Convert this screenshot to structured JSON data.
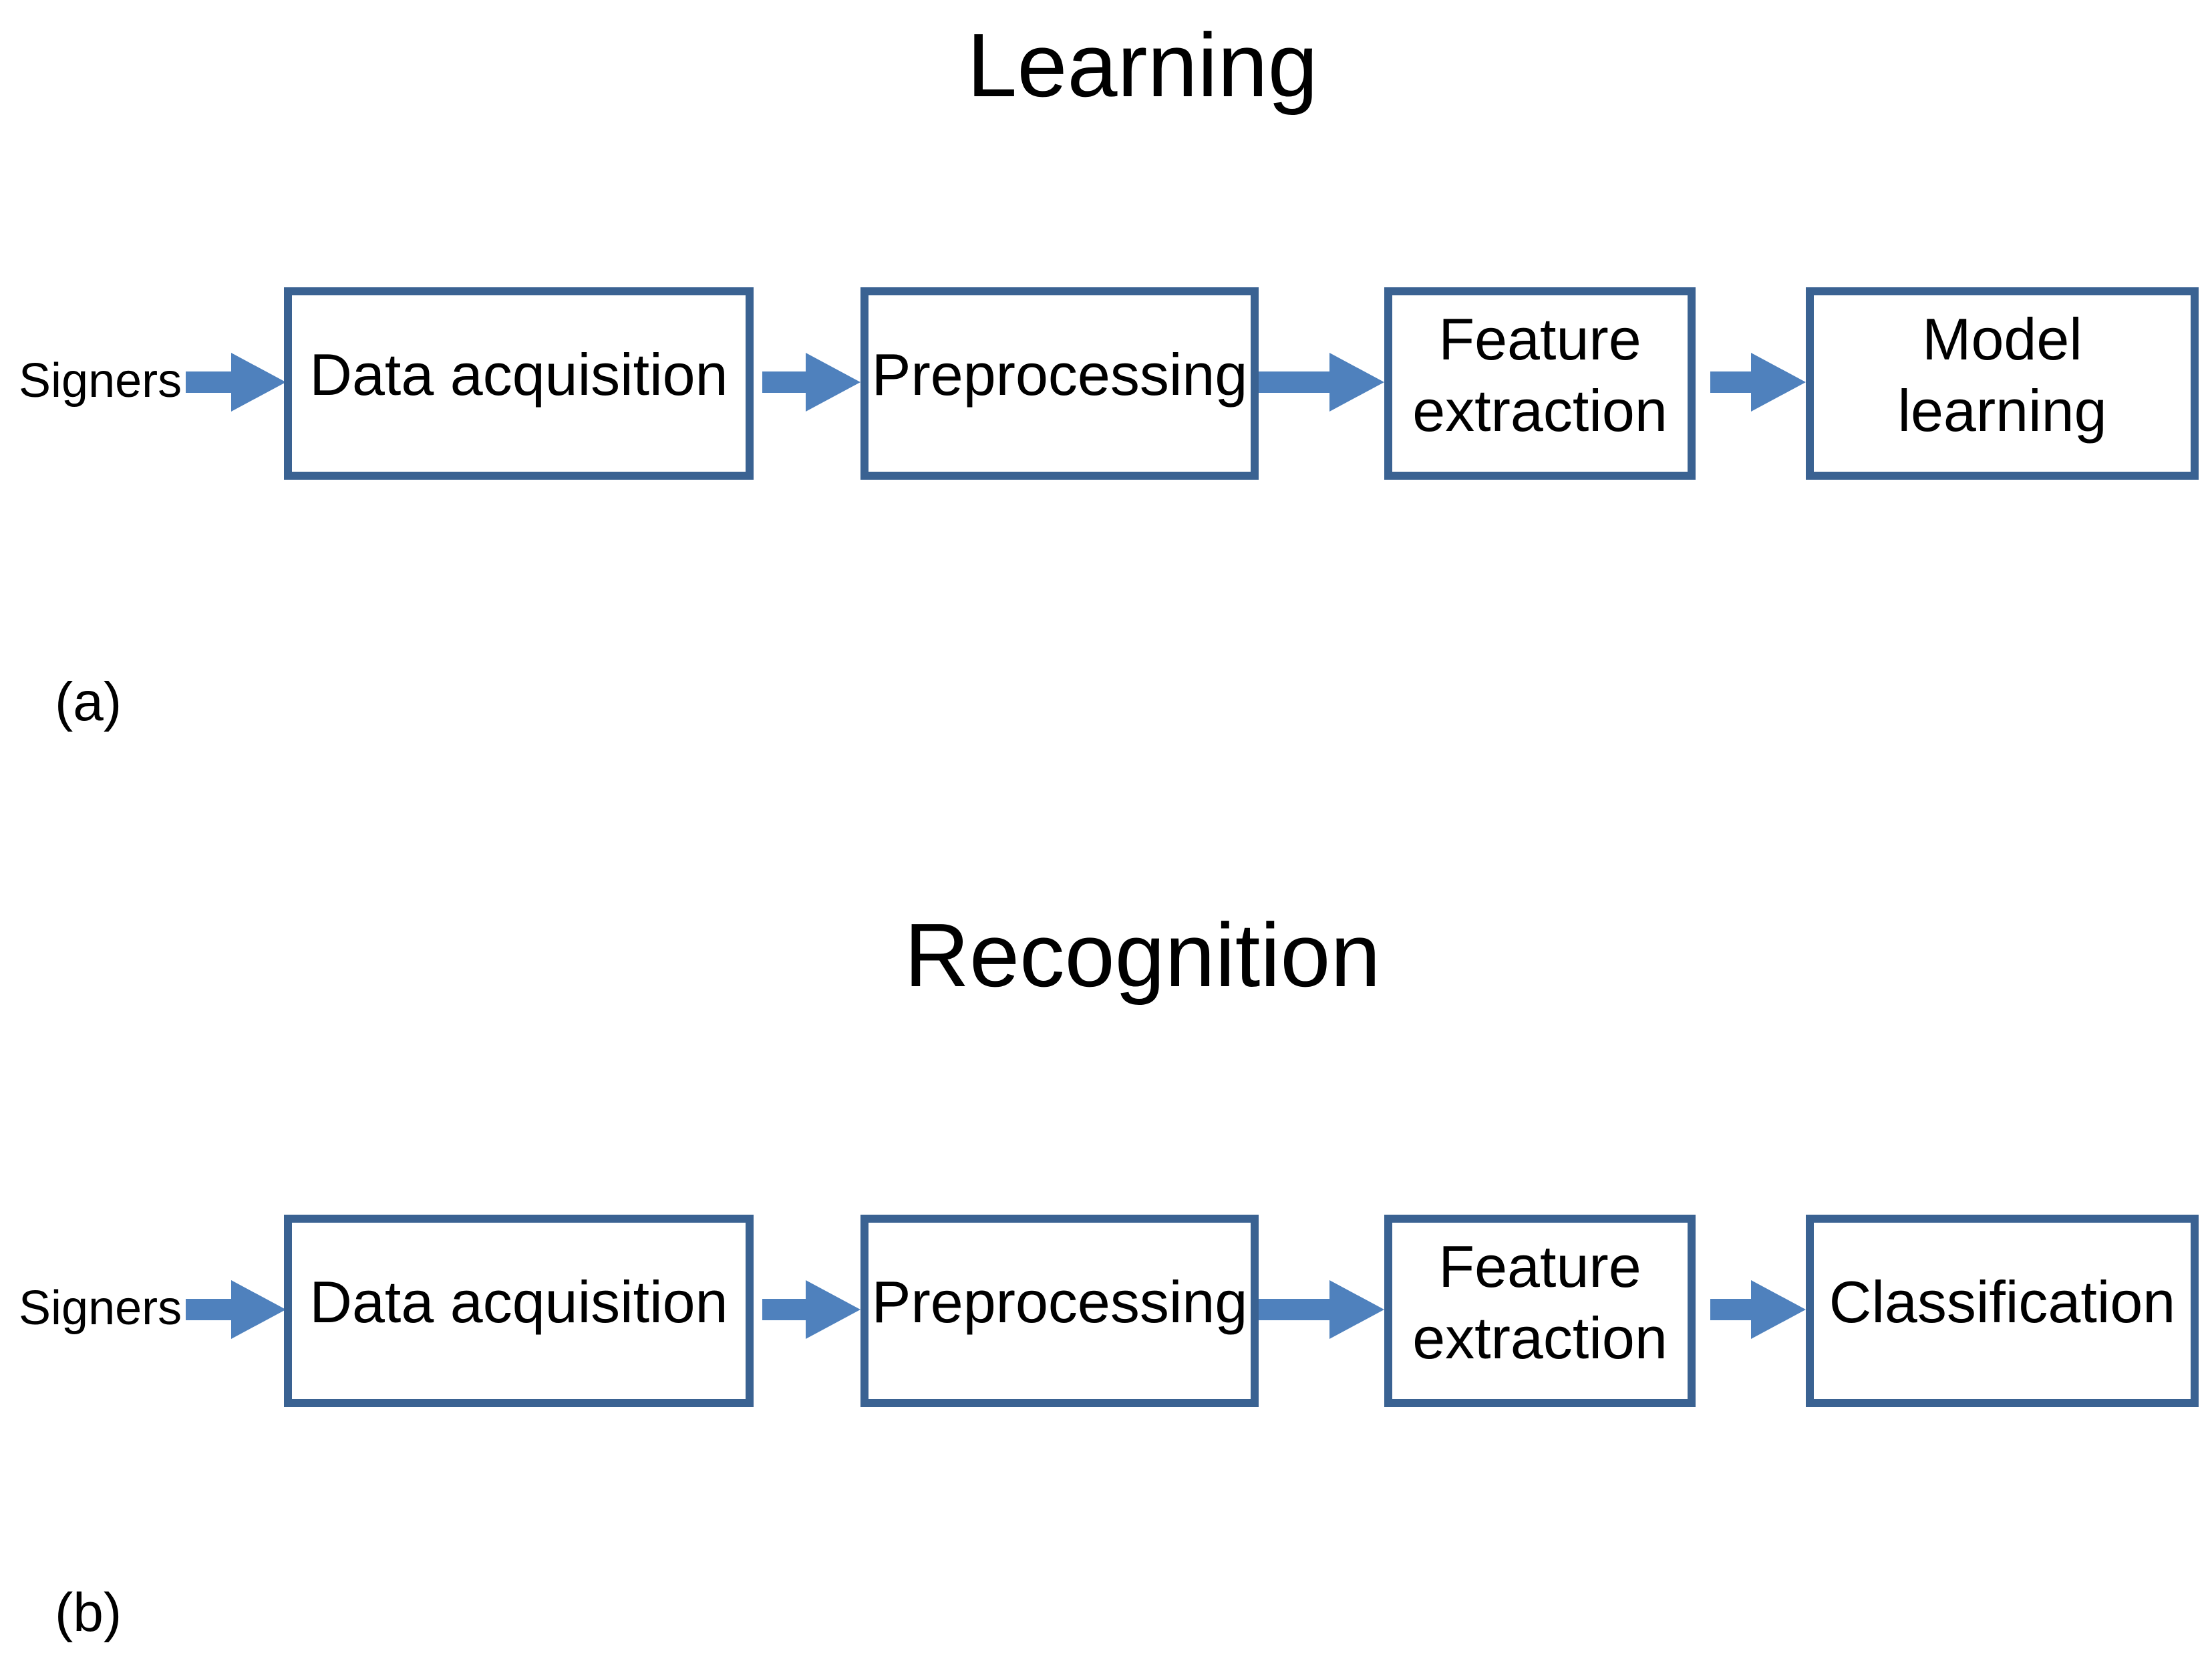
{
  "figure": {
    "background": "#ffffff",
    "colors": {
      "box_border": "#3a6292",
      "arrow_fill": "#4f81bd",
      "text": "#000000",
      "bg": "#ffffff"
    },
    "sections": [
      {
        "title": "Learning",
        "caption_label": "(a)",
        "input_label": "Signers",
        "steps": [
          "Data acquisition",
          "Preprocessing",
          "Feature extraction",
          "Model learning"
        ]
      },
      {
        "title": "Recognition",
        "caption_label": "(b)",
        "input_label": "Signers",
        "steps": [
          "Data acquisition",
          "Preprocessing",
          "Feature extraction",
          "Classification"
        ]
      }
    ]
  }
}
